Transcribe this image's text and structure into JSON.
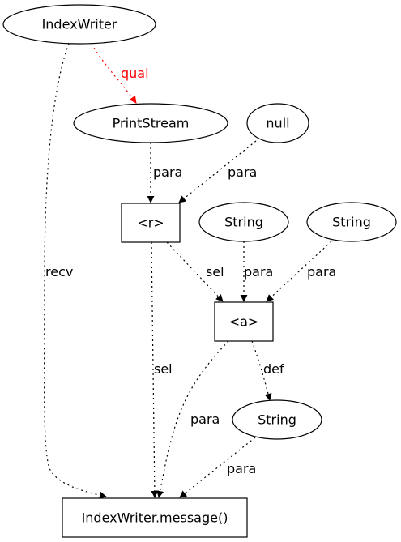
{
  "nodes": {
    "indexwriter": "IndexWriter",
    "printstream": "PrintStream",
    "null_node": "null",
    "r": "<r>",
    "string1": "String",
    "string2": "String",
    "a": "<a>",
    "string3": "String",
    "message": "IndexWriter.message()"
  },
  "edges": {
    "qual": "qual",
    "recv": "recv",
    "para_printstream_r": "para",
    "para_null_r": "para",
    "sel_r_a": "sel",
    "para_string1_a": "para",
    "para_string2_a": "para",
    "sel_r_message": "sel",
    "def_a_string3": "def",
    "para_a_message": "para",
    "para_string3_message": "para"
  },
  "colors": {
    "qual_edge": "#ff0000",
    "default_edge": "#000000"
  }
}
